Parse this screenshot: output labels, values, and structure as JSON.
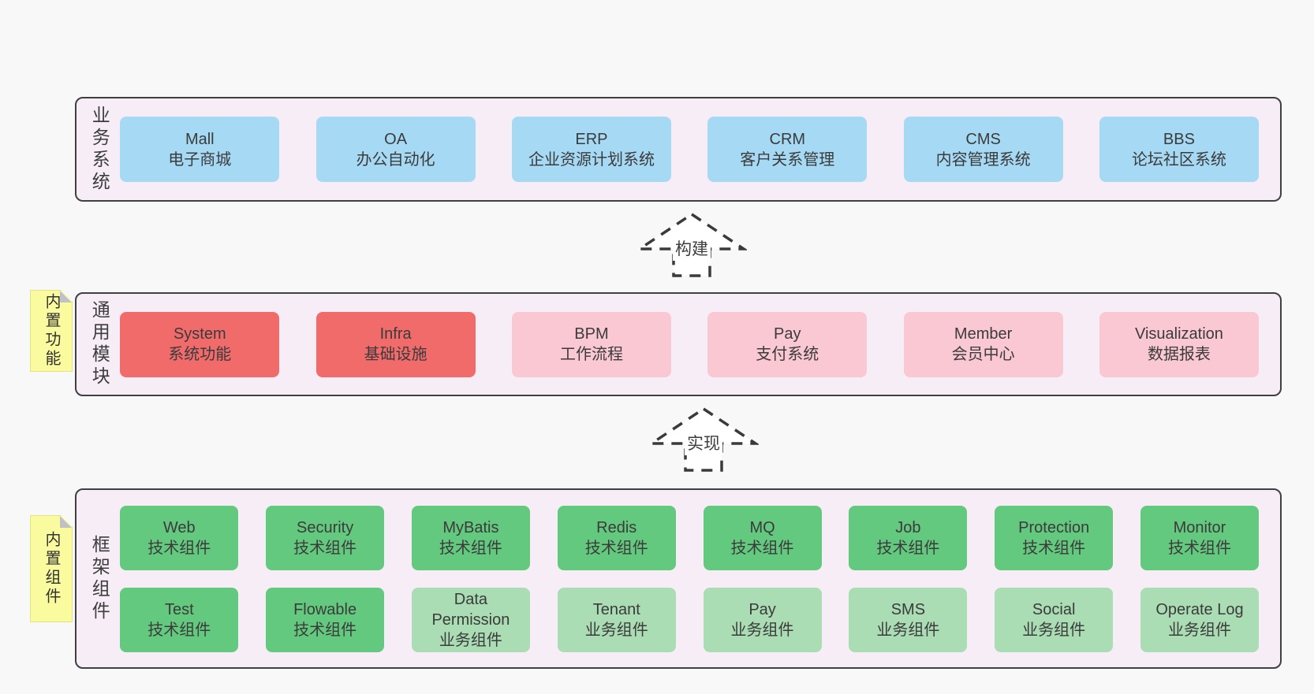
{
  "diagram": {
    "business": {
      "label": "业务系统",
      "boxes": [
        {
          "name": "Mall",
          "subtitle": "电子商城"
        },
        {
          "name": "OA",
          "subtitle": "办公自动化"
        },
        {
          "name": "ERP",
          "subtitle": "企业资源计划系统"
        },
        {
          "name": "CRM",
          "subtitle": "客户关系管理"
        },
        {
          "name": "CMS",
          "subtitle": "内容管理系统"
        },
        {
          "name": "BBS",
          "subtitle": "论坛社区系统"
        }
      ]
    },
    "arrows": {
      "build": "构建",
      "implement": "实现"
    },
    "modules": {
      "label": "通用模块",
      "sticky": "内置功能",
      "boxes": [
        {
          "name": "System",
          "subtitle": "系统功能"
        },
        {
          "name": "Infra",
          "subtitle": "基础设施"
        },
        {
          "name": "BPM",
          "subtitle": "工作流程"
        },
        {
          "name": "Pay",
          "subtitle": "支付系统"
        },
        {
          "name": "Member",
          "subtitle": "会员中心"
        },
        {
          "name": "Visualization",
          "subtitle": "数据报表"
        }
      ]
    },
    "framework": {
      "label": "框架组件",
      "sticky": "内置组件",
      "row1": [
        {
          "name": "Web",
          "subtitle": "技术组件"
        },
        {
          "name": "Security",
          "subtitle": "技术组件"
        },
        {
          "name": "MyBatis",
          "subtitle": "技术组件"
        },
        {
          "name": "Redis",
          "subtitle": "技术组件"
        },
        {
          "name": "MQ",
          "subtitle": "技术组件"
        },
        {
          "name": "Job",
          "subtitle": "技术组件"
        },
        {
          "name": "Protection",
          "subtitle": "技术组件"
        },
        {
          "name": "Monitor",
          "subtitle": "技术组件"
        }
      ],
      "row2": [
        {
          "name": "Test",
          "subtitle": "技术组件"
        },
        {
          "name": "Flowable",
          "subtitle": "技术组件"
        },
        {
          "name": "Data Permission",
          "subtitle": "业务组件"
        },
        {
          "name": "Tenant",
          "subtitle": "业务组件"
        },
        {
          "name": "Pay",
          "subtitle": "业务组件"
        },
        {
          "name": "SMS",
          "subtitle": "业务组件"
        },
        {
          "name": "Social",
          "subtitle": "业务组件"
        },
        {
          "name": "Operate Log",
          "subtitle": "业务组件"
        }
      ]
    }
  },
  "colors": {
    "page_background": "#f8f8f8",
    "band_fill": "#f7edf6",
    "band_border": "#404040",
    "box_blue": "#a6d9f3",
    "box_red": "#f16b6b",
    "box_pink": "#f9c8d2",
    "box_green": "#63c97e",
    "box_green_light": "#aaddb4",
    "sticky_yellow": "#fafa9e",
    "sticky_fold_gray": "#c0c0c8",
    "arrow_stroke": "#3a3a3a",
    "text": "#3b3b3b"
  }
}
